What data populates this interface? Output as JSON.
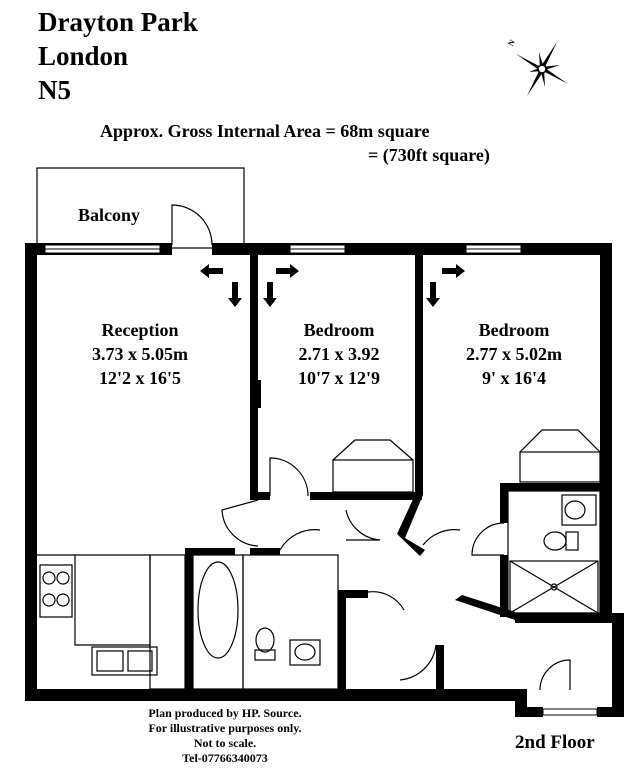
{
  "header": {
    "address_line1": "Drayton Park",
    "address_line2": "London",
    "address_line3": "N5",
    "area_metric": "Approx. Gross Internal Area = 68m square",
    "area_imperial": "= (730ft square)"
  },
  "compass": {
    "north_label": "N"
  },
  "rooms": [
    {
      "name": "Balcony"
    },
    {
      "name": "Reception",
      "metric": "3.73 x 5.05m",
      "imperial": "12'2 x 16'5"
    },
    {
      "name": "Bedroom",
      "metric": "2.71 x 3.92",
      "imperial": "10'7 x 12'9"
    },
    {
      "name": "Bedroom",
      "metric": "2.77 x 5.02m",
      "imperial": "9' x 16'4"
    }
  ],
  "footer": {
    "line1": "Plan produced by HP. Source.",
    "line2": "For illustrative purposes only.",
    "line3": "Not to scale.",
    "line4": "Tel-07766340073",
    "floor": "2nd Floor"
  }
}
